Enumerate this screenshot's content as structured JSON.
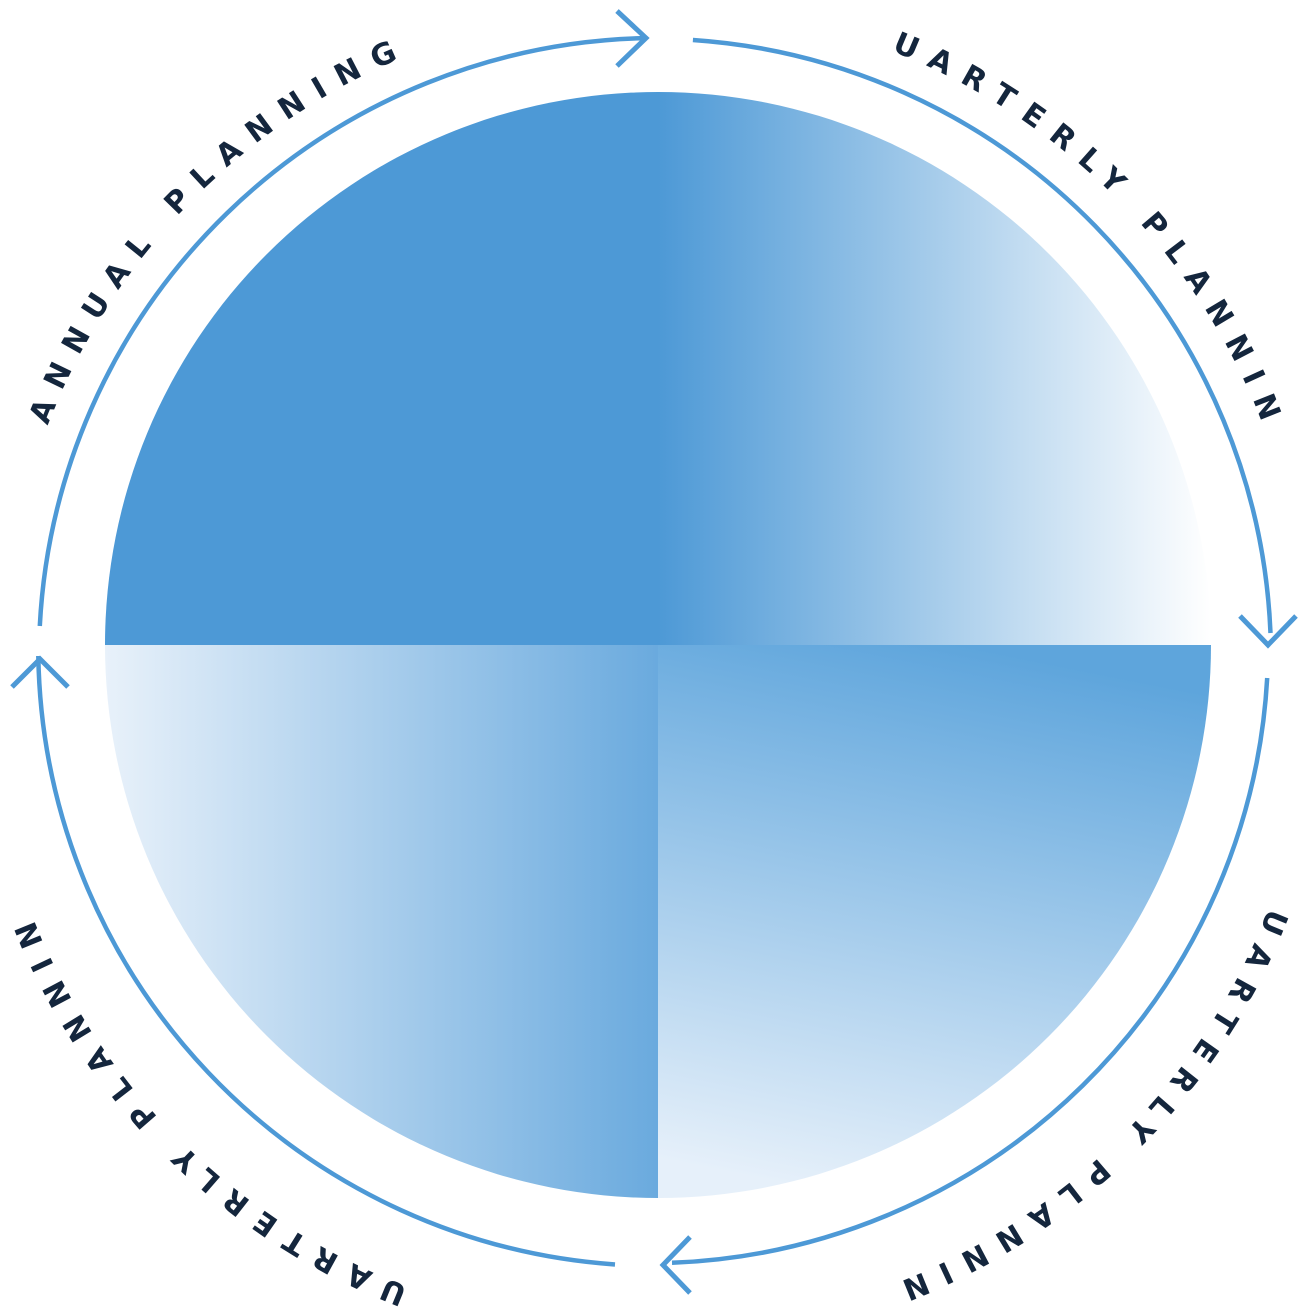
{
  "colors": {
    "primary": "#4d99d6",
    "label": "#14263d",
    "background": "#ffffff"
  },
  "stages": [
    {
      "id": "annual",
      "label": "ANNUAL PLANNING"
    },
    {
      "id": "q-right-top",
      "label": "QUARTERLY PLANNING"
    },
    {
      "id": "q-right-bottom",
      "label": "QUARTERLY PLANNING"
    },
    {
      "id": "q-left-bottom",
      "label": "QUARTERLY PLANNING"
    }
  ],
  "arrows": [
    {
      "name": "arrow-right-icon"
    },
    {
      "name": "arrow-down-icon"
    },
    {
      "name": "arrow-left-icon"
    },
    {
      "name": "arrow-up-icon"
    }
  ]
}
